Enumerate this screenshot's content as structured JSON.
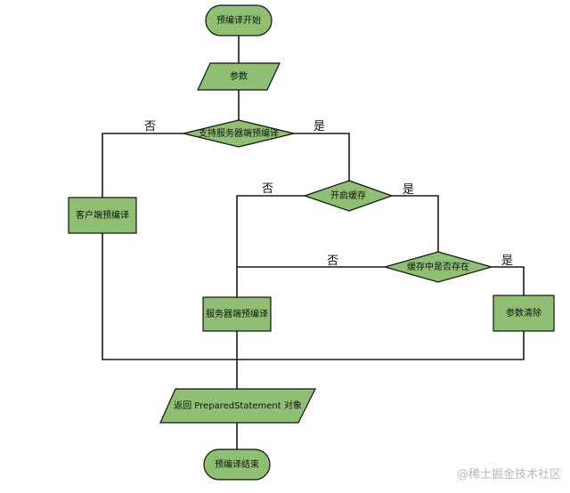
{
  "nodes": {
    "start": "预编译开始",
    "params": "参数",
    "server_support": "支持服务器端预编译",
    "client_precompile": "客户端预编译",
    "cache_enabled": "开启缓存",
    "in_cache": "缓存中是否存在",
    "server_precompile": "服务器端预编译",
    "param_clear": "参数清除",
    "return_obj": "返回 PreparedStatement 对象",
    "end": "预编译结束"
  },
  "edges": {
    "support_no": "否",
    "support_yes": "是",
    "cache_no": "否",
    "cache_yes": "是",
    "exists_no": "否",
    "exists_yes": "是"
  },
  "watermark": "@稀土掘金技术社区",
  "colors": {
    "node_fill": "#8fbf73",
    "stroke": "#111111"
  }
}
